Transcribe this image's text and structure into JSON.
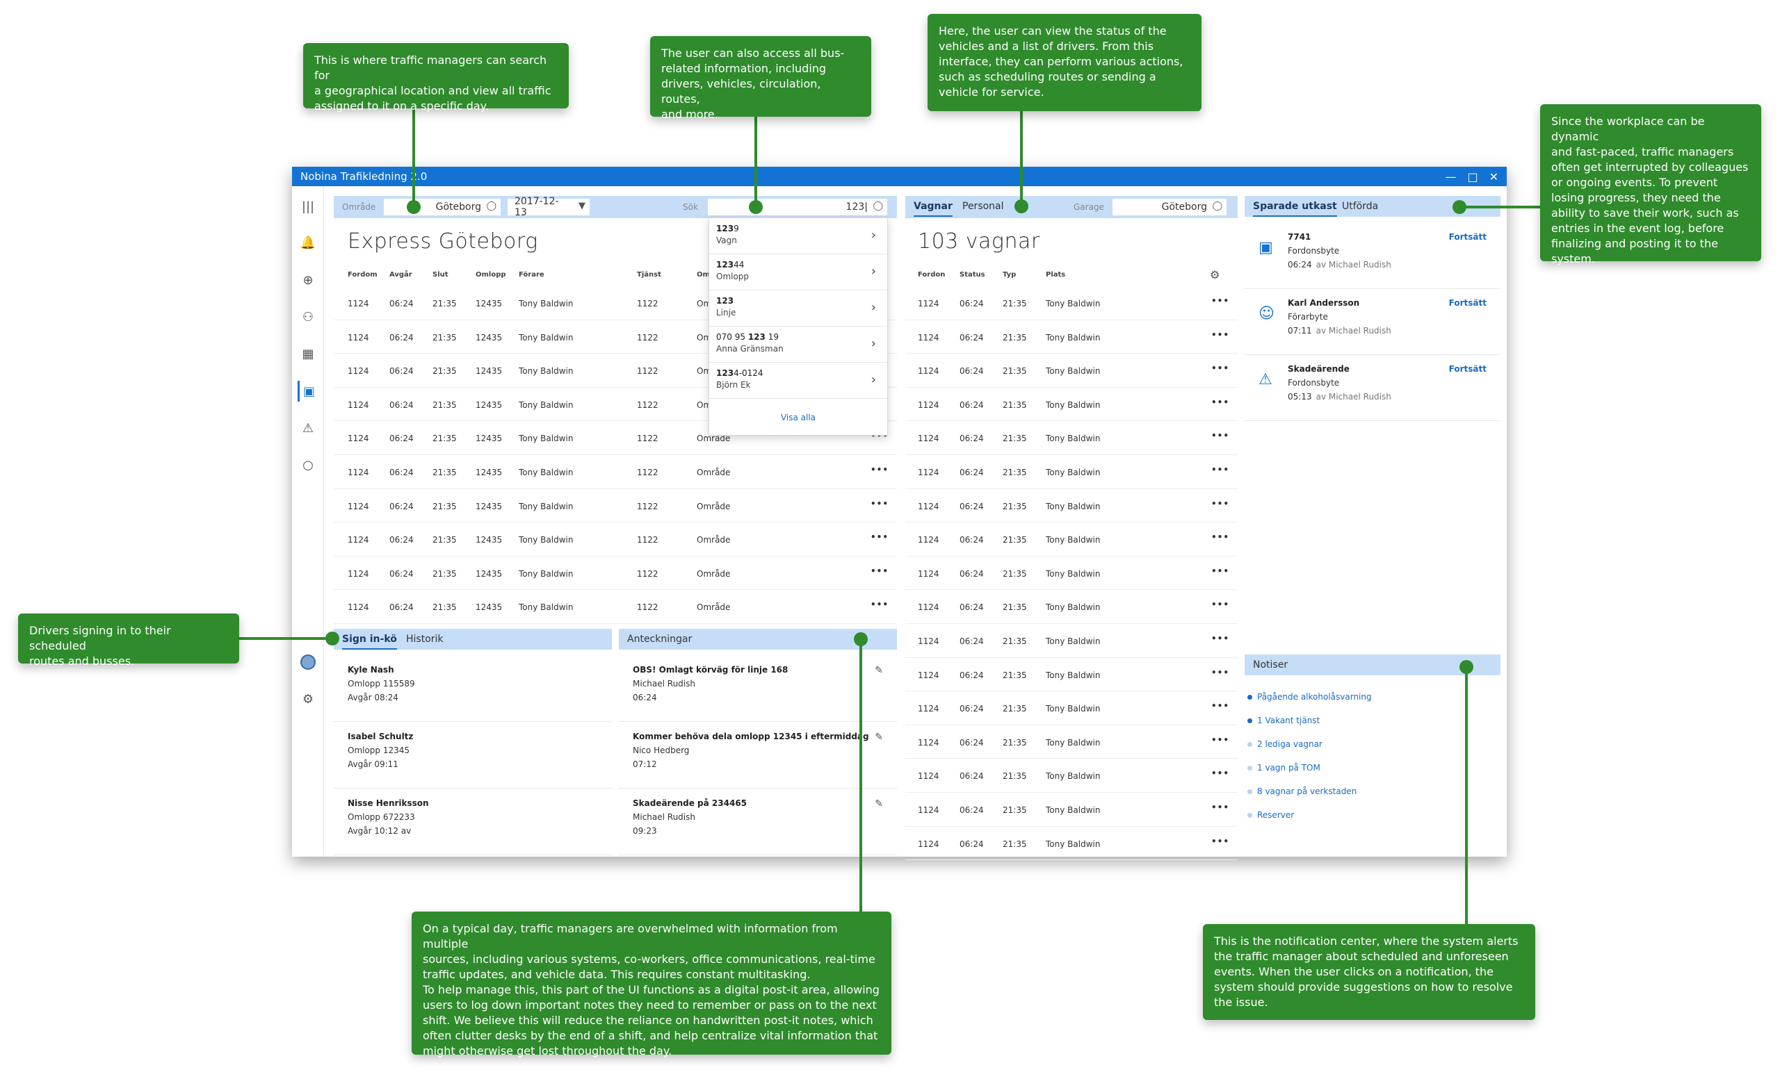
{
  "callouts": {
    "search": "This is where traffic managers can search for\na geographical location and view all traffic\nassigned to it on a specific day.",
    "bus": "The user can also access all bus-\nrelated information, including\ndrivers, vehicles, circulation, routes,\nand more.",
    "status": "Here, the user can view the status of the\nvehicles and a list of drivers. From this\ninterface, they can perform various actions,\nsuch as scheduling routes or sending a\nvehicle for service.",
    "save": "Since the workplace can be dynamic\nand fast-paced, traffic managers\noften get interrupted by colleagues\nor ongoing events. To prevent\nlosing progress, they need the\nability to save their work, such as\nentries in the event log, before\nfinalizing and posting it to the\nsystem.",
    "drivers": "Drivers signing in to their scheduled\nroutes and busses.",
    "notes": "On a typical day, traffic managers are overwhelmed with information from multiple\nsources, including various systems, co-workers, office communications, real-time\ntraffic updates, and vehicle data. This requires constant multitasking.\nTo help manage this, this part of the UI functions as a digital post-it area, allowing\nusers to log down important notes they need to remember or pass on to the next\nshift. We believe this will reduce the reliance on handwritten post-it notes, which\noften clutter desks by the end of a shift, and help centralize vital information that\nmight otherwise get lost throughout the day.",
    "notif": "This is the notification center, where the system alerts\nthe traffic manager about scheduled and unforeseen\nevents. When the user clicks on a notification, the\nsystem should provide suggestions on how to resolve\nthe issue."
  },
  "app": {
    "title": "Nobina Trafikledning 2.0",
    "window_controls": [
      "—",
      "□",
      "✕"
    ]
  },
  "rail": {
    "icons": [
      "menu-icon",
      "bell-icon",
      "plus-circle-icon",
      "people-icon",
      "calendar-icon",
      "bus-icon",
      "warning-icon",
      "chat-icon",
      "avatar",
      "gear-icon"
    ],
    "active": "bus-icon"
  },
  "search_bar": {
    "area_label": "Område",
    "area_value": "Göteborg",
    "date_value": "2017-12-13",
    "search_label": "Sök",
    "search_value": "123|"
  },
  "dropdown": {
    "items": [
      {
        "pre": "123",
        "rest": "9",
        "sub": "Vagn"
      },
      {
        "pre": "123",
        "rest": "44",
        "sub": "Omlopp"
      },
      {
        "pre": "123",
        "rest": "",
        "sub": "Linje"
      },
      {
        "pre": "070 95 ",
        "bold": "123",
        "rest": " 19",
        "sub": "Anna Gränsman"
      },
      {
        "pre": "123",
        "rest": "4-0124",
        "sub": "Björn Ek"
      }
    ],
    "show_all": "Visa alla"
  },
  "express": {
    "title": "Express Göteborg",
    "headers": [
      "Fordom",
      "Avgår",
      "Slut",
      "Omlopp",
      "Förare",
      "Tjänst",
      "Om"
    ],
    "row": [
      "1124",
      "06:24",
      "21:35",
      "12435",
      "Tony Baldwin",
      "1122",
      "Område"
    ],
    "row_count": 10
  },
  "signin": {
    "tabs": [
      "Sign in-kö",
      "Historik"
    ],
    "items": [
      {
        "name": "Kyle Nash",
        "l1": "Omlopp 115589",
        "l2": "Avgår 08:24"
      },
      {
        "name": "Isabel Schultz",
        "l1": "Omlopp 12345",
        "l2": "Avgår 09:11"
      },
      {
        "name": "Nisse Henriksson",
        "l1": "Omlopp 672233",
        "l2": "Avgår 10:12  av"
      }
    ]
  },
  "notes": {
    "title": "Anteckningar",
    "items": [
      {
        "title": "OBS! Omlagt körväg för linje 168",
        "author": "Michael Rudish",
        "time": "06:24"
      },
      {
        "title": "Kommer behöva dela omlopp 12345 i eftermiddag",
        "author": "Nico Hedberg",
        "time": "07:12"
      },
      {
        "title": "Skadeärende på 234465",
        "author": "Michael Rudish",
        "time": "09:23"
      }
    ]
  },
  "vehicles": {
    "tabs": [
      "Vagnar",
      "Personal"
    ],
    "garage_label": "Garage",
    "garage_value": "Göteborg",
    "title": "103 vagnar",
    "headers": [
      "Fordon",
      "Status",
      "Typ",
      "Plats"
    ],
    "row": [
      "1124",
      "06:24",
      "21:35",
      "Tony Baldwin"
    ],
    "row_count": 17
  },
  "drafts": {
    "tabs": [
      "Sparade utkast",
      "Utförda"
    ],
    "items": [
      {
        "title": "7741",
        "type": "Fordonsbyte",
        "time": "06:24",
        "by": "av  Michael Rudish",
        "action": "Fortsätt",
        "icon": "bus-icon"
      },
      {
        "title": "Karl Andersson",
        "type": "Förarbyte",
        "time": "07:11",
        "by": "av  Michael Rudish",
        "action": "Fortsätt",
        "icon": "person-icon"
      },
      {
        "title": "Skadeärende",
        "type": "Fordonsbyte",
        "time": "05:13",
        "by": "av  Michael Rudish",
        "action": "Fortsätt",
        "icon": "warning-icon"
      }
    ]
  },
  "notiser": {
    "title": "Notiser",
    "items": [
      {
        "label": "Pågående alkoholåsvarning",
        "dot": "#1b6bc2"
      },
      {
        "label": "1 Vakant tjänst",
        "dot": "#1b6bc2"
      },
      {
        "label": "2 lediga vagnar",
        "dot": "#b9d3f2"
      },
      {
        "label": "1 vagn på TOM",
        "dot": "#b9d3f2"
      },
      {
        "label": "8 vagnar på verkstaden",
        "dot": "#b9d3f2"
      },
      {
        "label": "Reserver",
        "dot": "#b9d3f2"
      }
    ]
  },
  "colors": {
    "accent": "#1273d4",
    "callout": "#2f8b2c",
    "bar": "#c6ddf8"
  }
}
